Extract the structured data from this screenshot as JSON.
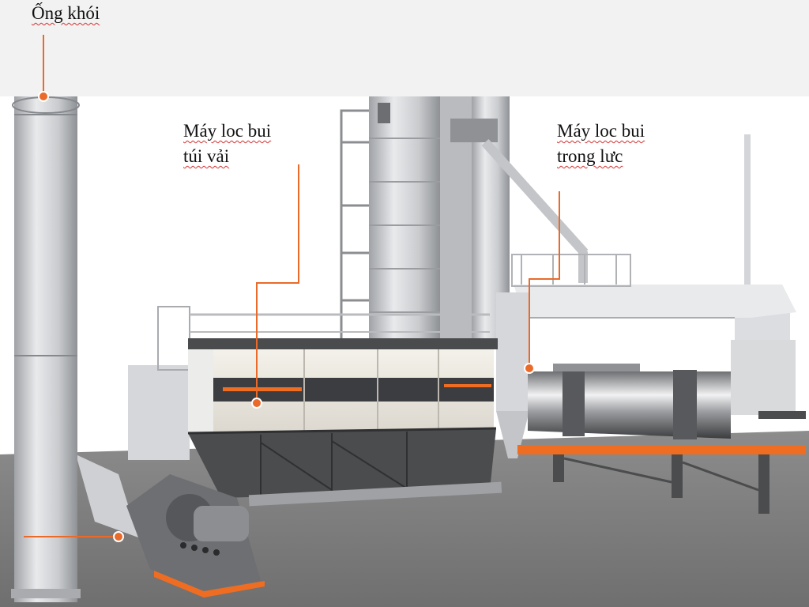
{
  "labels": {
    "chimney": "Ống khói",
    "baghouse_line1": "Máy loc bui",
    "baghouse_line2": "túi vải",
    "gravity_line1": "Máy loc bui",
    "gravity_line2": "trong lưc"
  },
  "colors": {
    "leader": "#ea6a2a",
    "accent_orange": "#ee6d22",
    "header_band": "#f2f2f2",
    "ground": "#7b7b7b",
    "steel_light": "#d9dadc",
    "steel_dark": "#4a4a4c"
  }
}
